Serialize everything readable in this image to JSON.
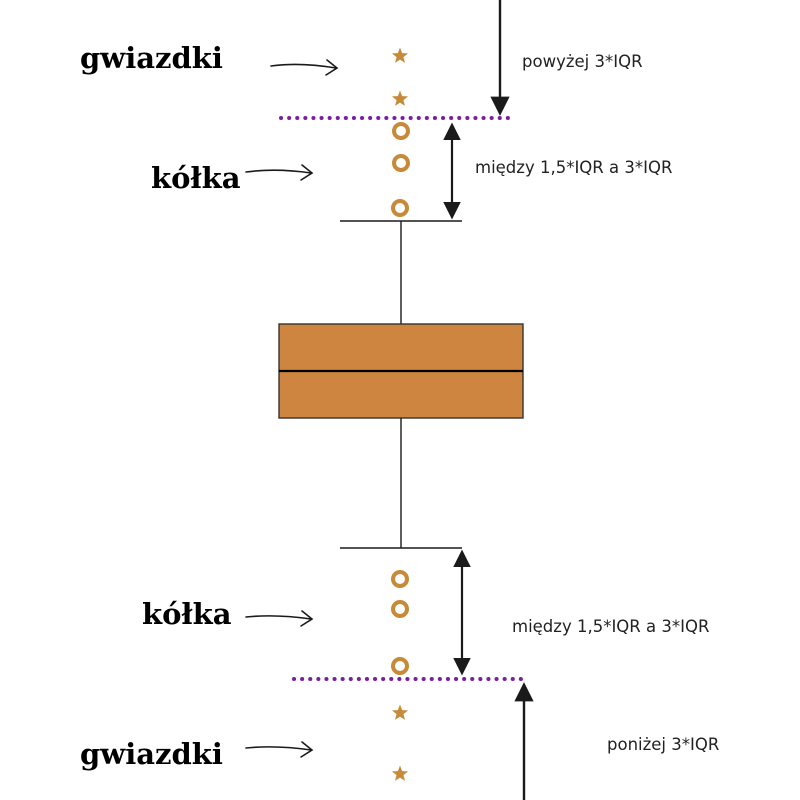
{
  "diagram": {
    "labels": {
      "upper_stars": "gwiazdki",
      "upper_circles": "kółka",
      "lower_circles": "kółka",
      "lower_stars": "gwiazdki"
    },
    "annotations": {
      "above_3iqr": "powyżej 3*IQR",
      "upper_between": "między 1,5*IQR a 3*IQR",
      "lower_between": "między 1,5*IQR a 3*IQR",
      "below_3iqr": "poniżej 3*IQR"
    },
    "colors": {
      "box_fill": "#CD853F",
      "marker": "#C68A38",
      "threshold_line": "#7B1FA2",
      "stroke": "#1a1a1a"
    }
  }
}
